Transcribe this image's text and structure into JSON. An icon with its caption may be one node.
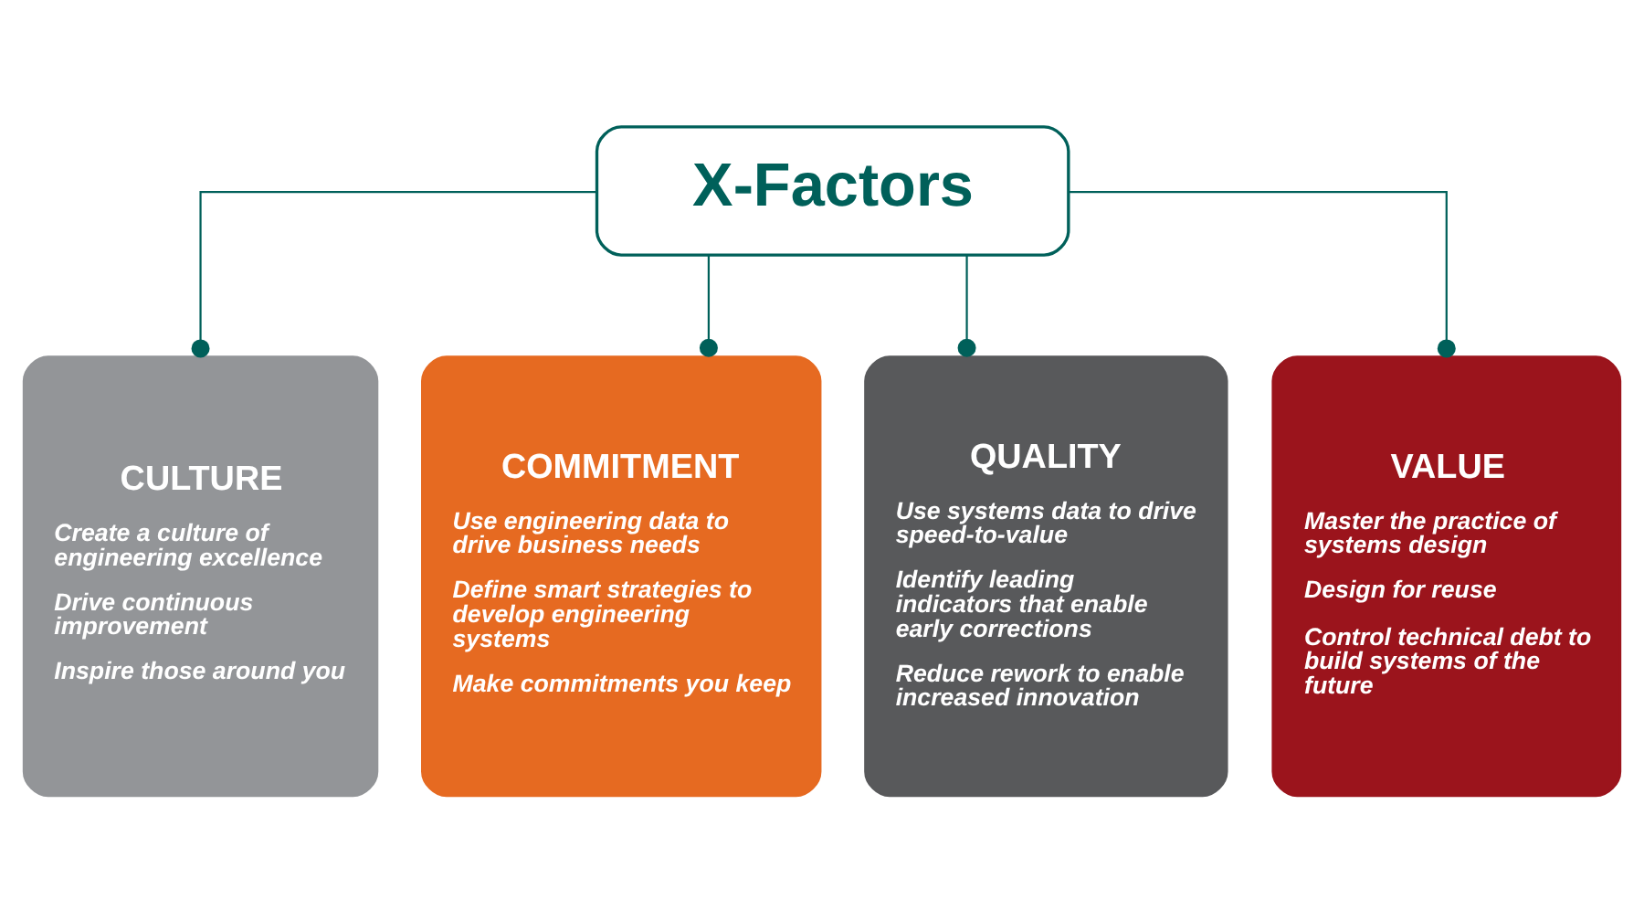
{
  "diagram": {
    "nodes": [
      {
        "text": [
          "X-Factors"
        ]
      },
      {
        "text": [
          "CULTURE",
          "Create a culture of engineering excellence",
          "Drive continuous improvement",
          "Inspire those around you"
        ]
      },
      {
        "text": [
          "COMMITMENT",
          "Use engineering data to drive business needs",
          "Define smart strategies to develop engineering systems",
          "Make commitments you keep"
        ]
      },
      {
        "text": [
          "QUALITY",
          "Use systems data to drive speed-to-value",
          "Identify leading indicators that enable early corrections",
          "Reduce rework to enable increased innovation"
        ]
      },
      {
        "text": [
          "VALUE",
          "Master the practice of systems design",
          "Design for reuse",
          "Control technical debt to build systems of the future"
        ]
      }
    ],
    "edges": [
      {
        "from": 0,
        "to": 1,
        "arrow": "other"
      },
      {
        "from": 0,
        "to": 2,
        "arrow": "other"
      },
      {
        "from": 0,
        "to": 3,
        "arrow": "other"
      },
      {
        "from": 0,
        "to": 4,
        "arrow": "other"
      }
    ]
  }
}
